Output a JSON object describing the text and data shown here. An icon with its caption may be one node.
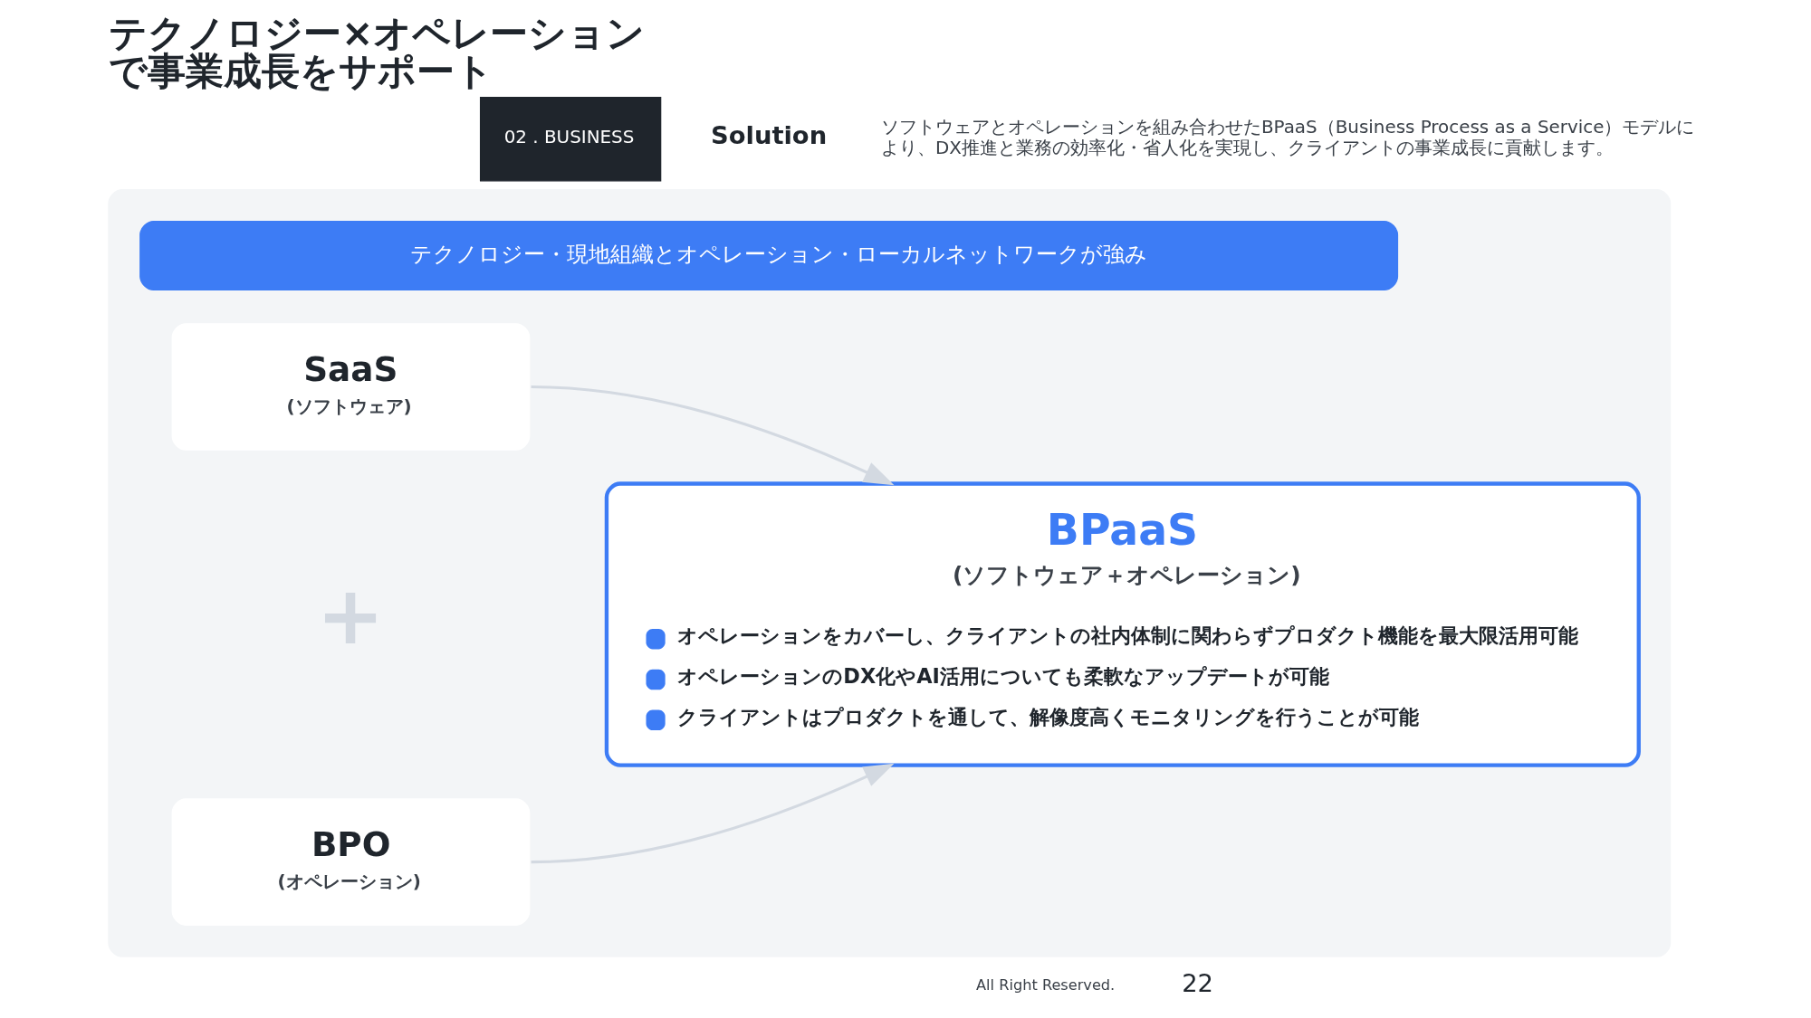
{
  "diagram": {
    "title": "テクノロジー×オペレーションで事業成長をサポート",
    "nodes": [
      {
        "text": [
          "02 . BUSINESS"
        ]
      },
      {
        "text": [],
        "shape": "box"
      },
      {
        "text": [
          "テクノロジー・現地組織とオペレーション・ローカルネットワークが強み"
        ],
        "in": 1
      },
      {
        "text": [
          "SaaS",
          "(ソフトウェア)"
        ],
        "in": 1
      },
      {
        "text": [
          "BPO",
          "(オペレーション)"
        ],
        "in": 1
      },
      {
        "text": [
          "BPaaS",
          "(ソフトウェア＋オペレーション)",
          "オペレーションをカバーし、クライアントの社内体制に関わらずプロダクト機能を最大限活用可能",
          "オペレーションのDX化やAI活用についても柔軟なアップデートが可能",
          "クライアントはプロダクトを通して、解像度高くモニタリングを行うことが可能"
        ],
        "in": 1
      }
    ],
    "edges": [
      {
        "from": 3,
        "to": 5,
        "arrow": "to"
      },
      {
        "from": 4,
        "to": 5,
        "arrow": "to"
      }
    ],
    "labels": [
      "Solution",
      "ソフトウェアとオペレーションを組み合わせたBPaaS（Business Process as a Service）モデルにより、DX推進と業務の効率化・省人化を実現し、クライアントの事業成長に貢献します。",
      "+",
      "All Right Reserved.",
      "22"
    ]
  }
}
